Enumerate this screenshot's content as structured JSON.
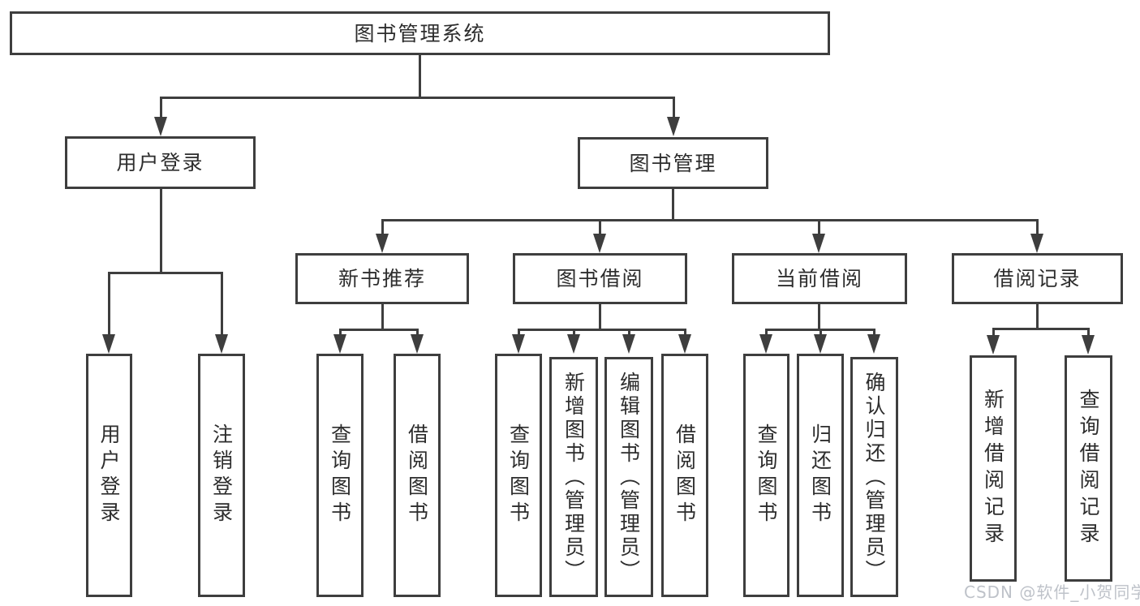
{
  "watermark": "CSDN @软件_小贺同学",
  "colors": {
    "background": "#ffffff",
    "line": "#3e3e3e",
    "box_border": "#3e3e3e",
    "text": "#2d2d2d",
    "watermark": "#babfc6"
  },
  "tree": {
    "label": "图书管理系统",
    "children": [
      {
        "label": "用户登录",
        "children": [
          {
            "label": "用户登录"
          },
          {
            "label": "注销登录"
          }
        ]
      },
      {
        "label": "图书管理",
        "children": [
          {
            "label": "新书推荐",
            "children": [
              {
                "label": "查询图书"
              },
              {
                "label": "借阅图书"
              }
            ]
          },
          {
            "label": "图书借阅",
            "children": [
              {
                "label": "查询图书"
              },
              {
                "label": "新增图书（管理员）"
              },
              {
                "label": "编辑图书（管理员）"
              },
              {
                "label": "借阅图书"
              }
            ]
          },
          {
            "label": "当前借阅",
            "children": [
              {
                "label": "查询图书"
              },
              {
                "label": "归还图书"
              },
              {
                "label": "确认归还（管理员）"
              }
            ]
          },
          {
            "label": "借阅记录",
            "children": [
              {
                "label": "新增借阅记录"
              },
              {
                "label": "查询借阅记录"
              }
            ]
          }
        ]
      }
    ]
  }
}
